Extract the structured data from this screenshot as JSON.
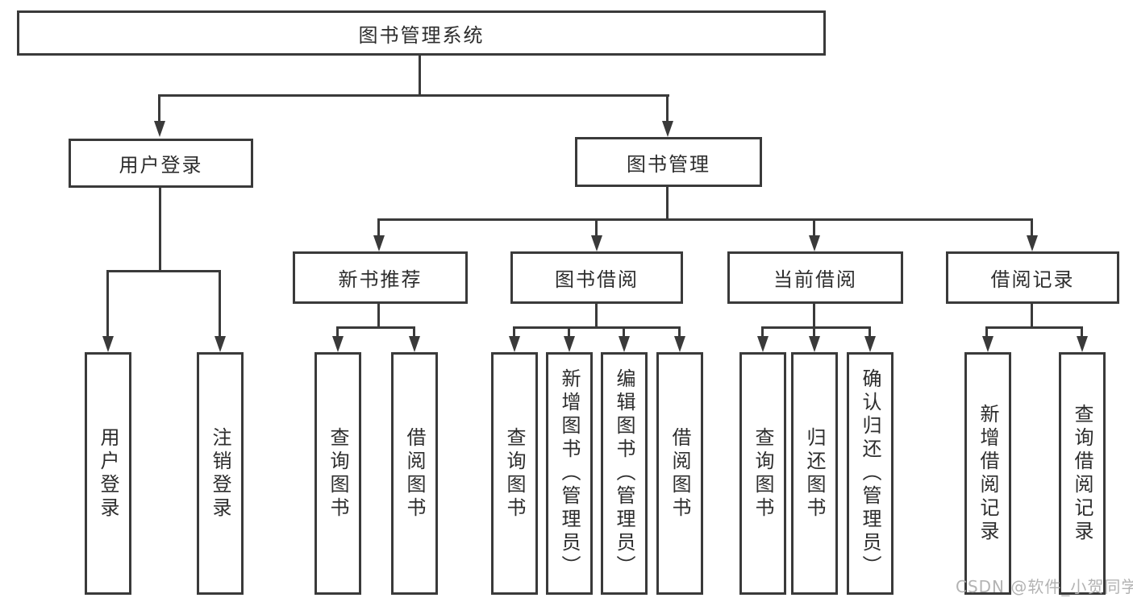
{
  "diagram_title": "图书管理系统",
  "tree": {
    "root": {
      "label": "图书管理系统"
    },
    "user_login": {
      "label": "用户登录",
      "children": [
        "用户登录",
        "注销登录"
      ]
    },
    "book_mgmt": {
      "label": "图书管理",
      "sections": {
        "recommend": {
          "label": "新书推荐",
          "children": [
            "查询图书",
            "借阅图书"
          ]
        },
        "borrow": {
          "label": "图书借阅",
          "children": [
            "查询图书",
            "新增图书（管理员）",
            "编辑图书（管理员）",
            "借阅图书"
          ]
        },
        "current": {
          "label": "当前借阅",
          "children": [
            "查询图书",
            "归还图书",
            "确认归还（管理员）"
          ]
        },
        "records": {
          "label": "借阅记录",
          "children": [
            "新增借阅记录",
            "查询借阅记录"
          ]
        }
      }
    }
  },
  "watermark": {
    "text": "CSDN @软件_小贺同学"
  },
  "colors": {
    "line": "#3a3a3a",
    "text": "#2d2d2d",
    "watermark": "#b3b3b3",
    "background": "#ffffff"
  }
}
